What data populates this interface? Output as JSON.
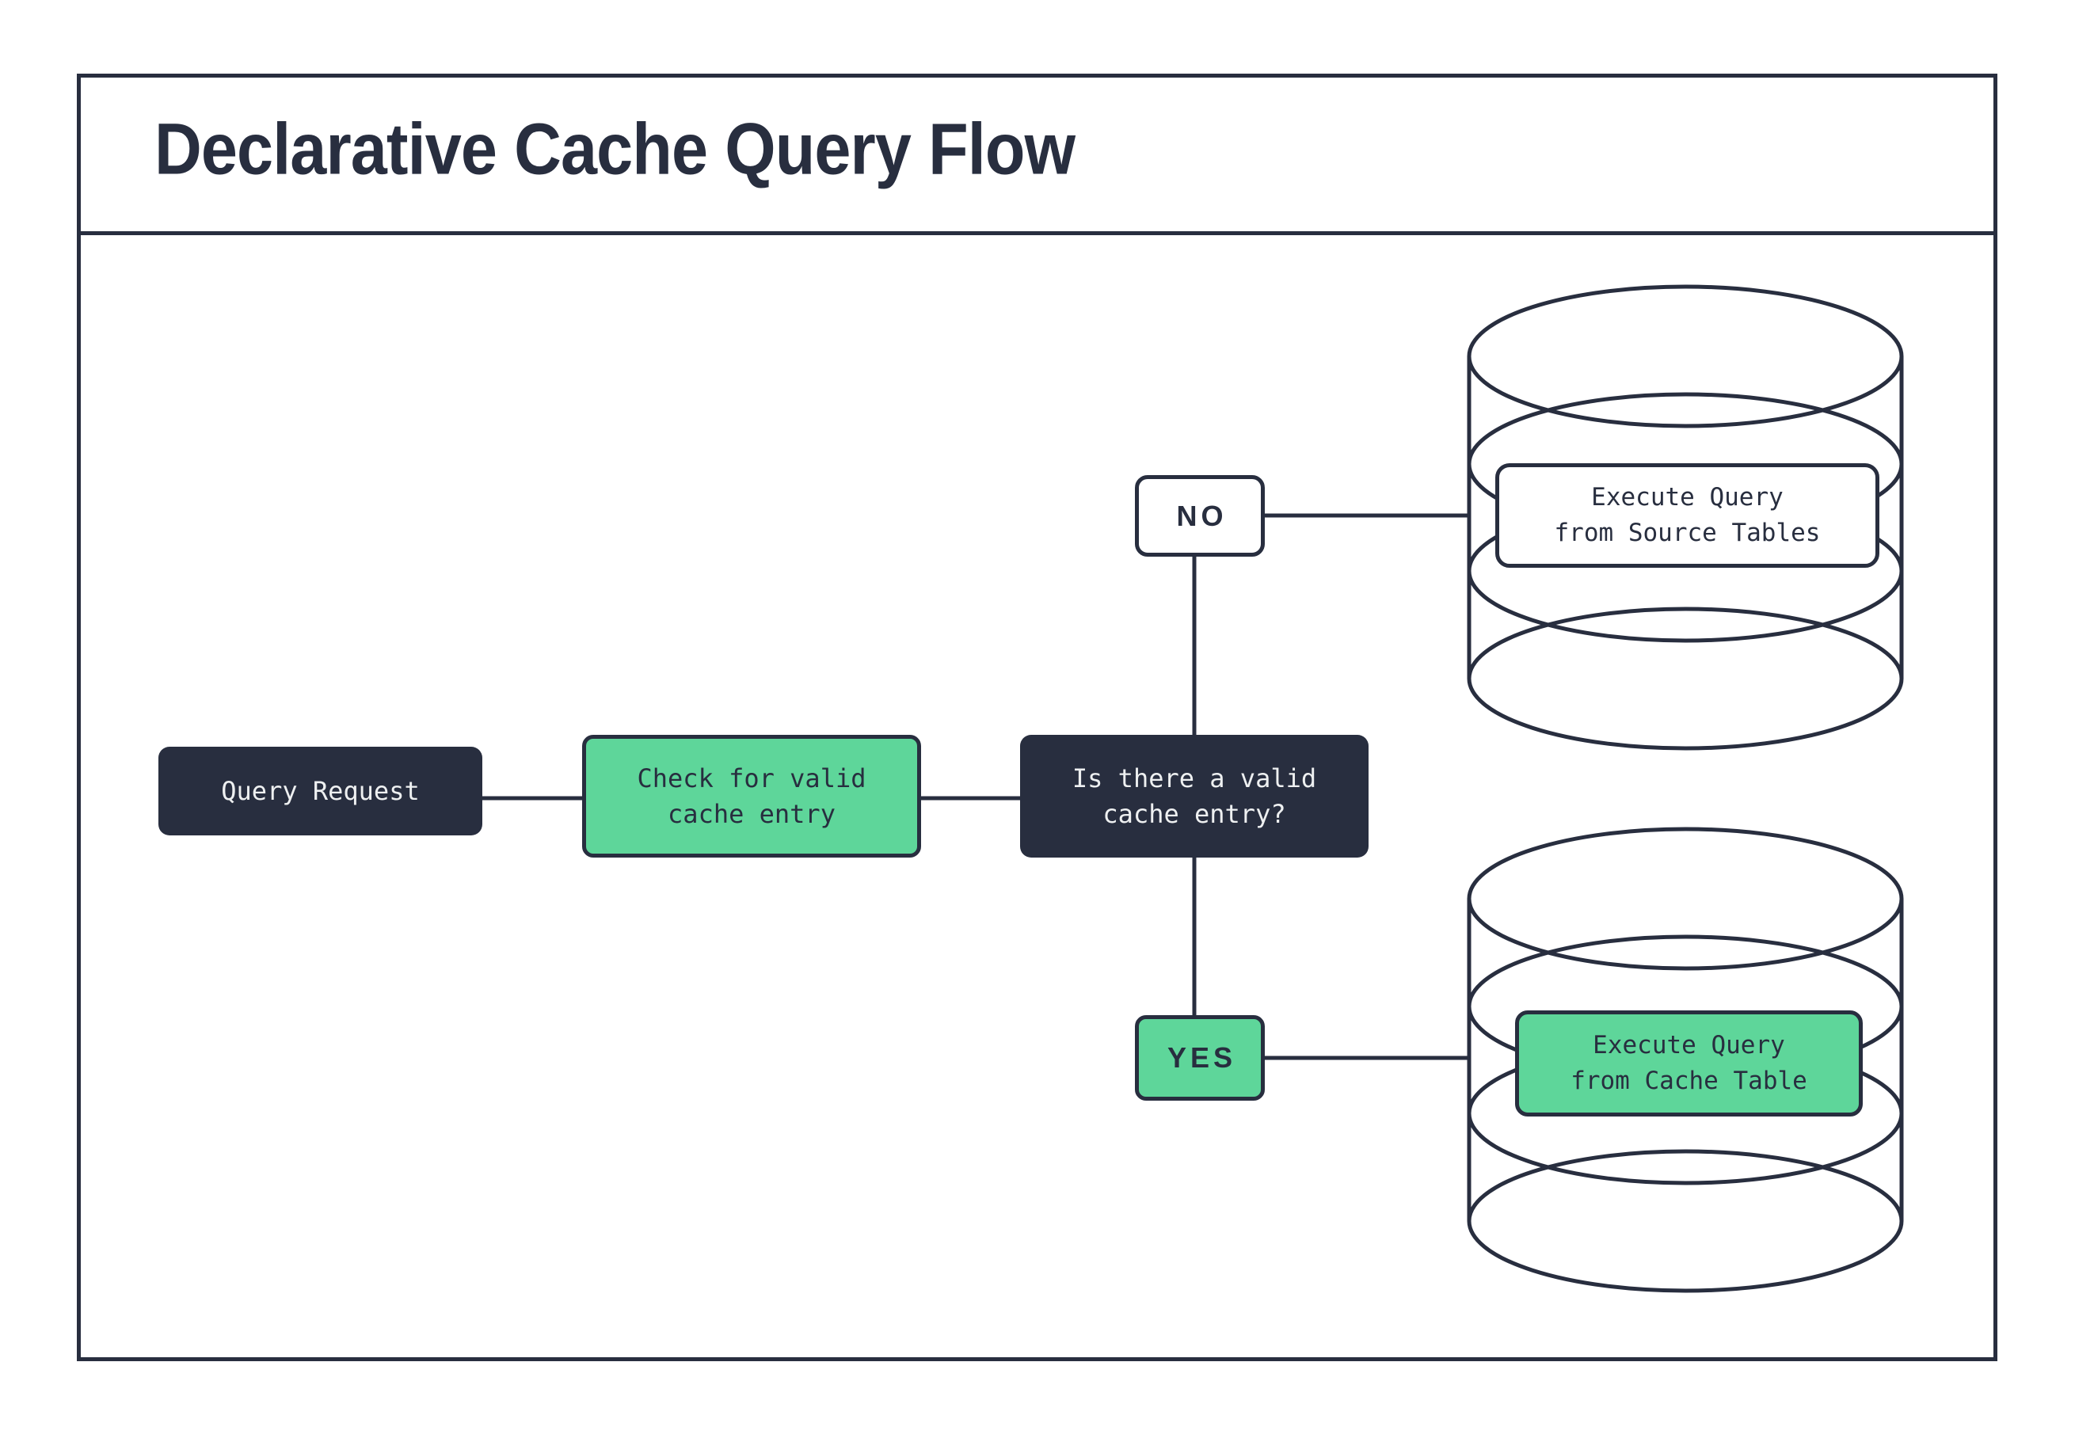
{
  "title": "Declarative Cache Query Flow",
  "colors": {
    "outline_dark": "#282e3f",
    "accent_green": "#5ed69a",
    "light_text": "#eef0f1",
    "background": "#ffffff"
  },
  "flow": {
    "query_request": {
      "label": "Query Request"
    },
    "check_cache": {
      "label": "Check for valid\ncache entry"
    },
    "decision": {
      "label": "Is there a valid\ncache entry?"
    },
    "branch_no": {
      "label": "NO"
    },
    "branch_yes": {
      "label": "YES"
    },
    "execute_source": {
      "label": "Execute Query\nfrom Source Tables"
    },
    "execute_cache": {
      "label": "Execute Query\nfrom Cache Table"
    }
  }
}
